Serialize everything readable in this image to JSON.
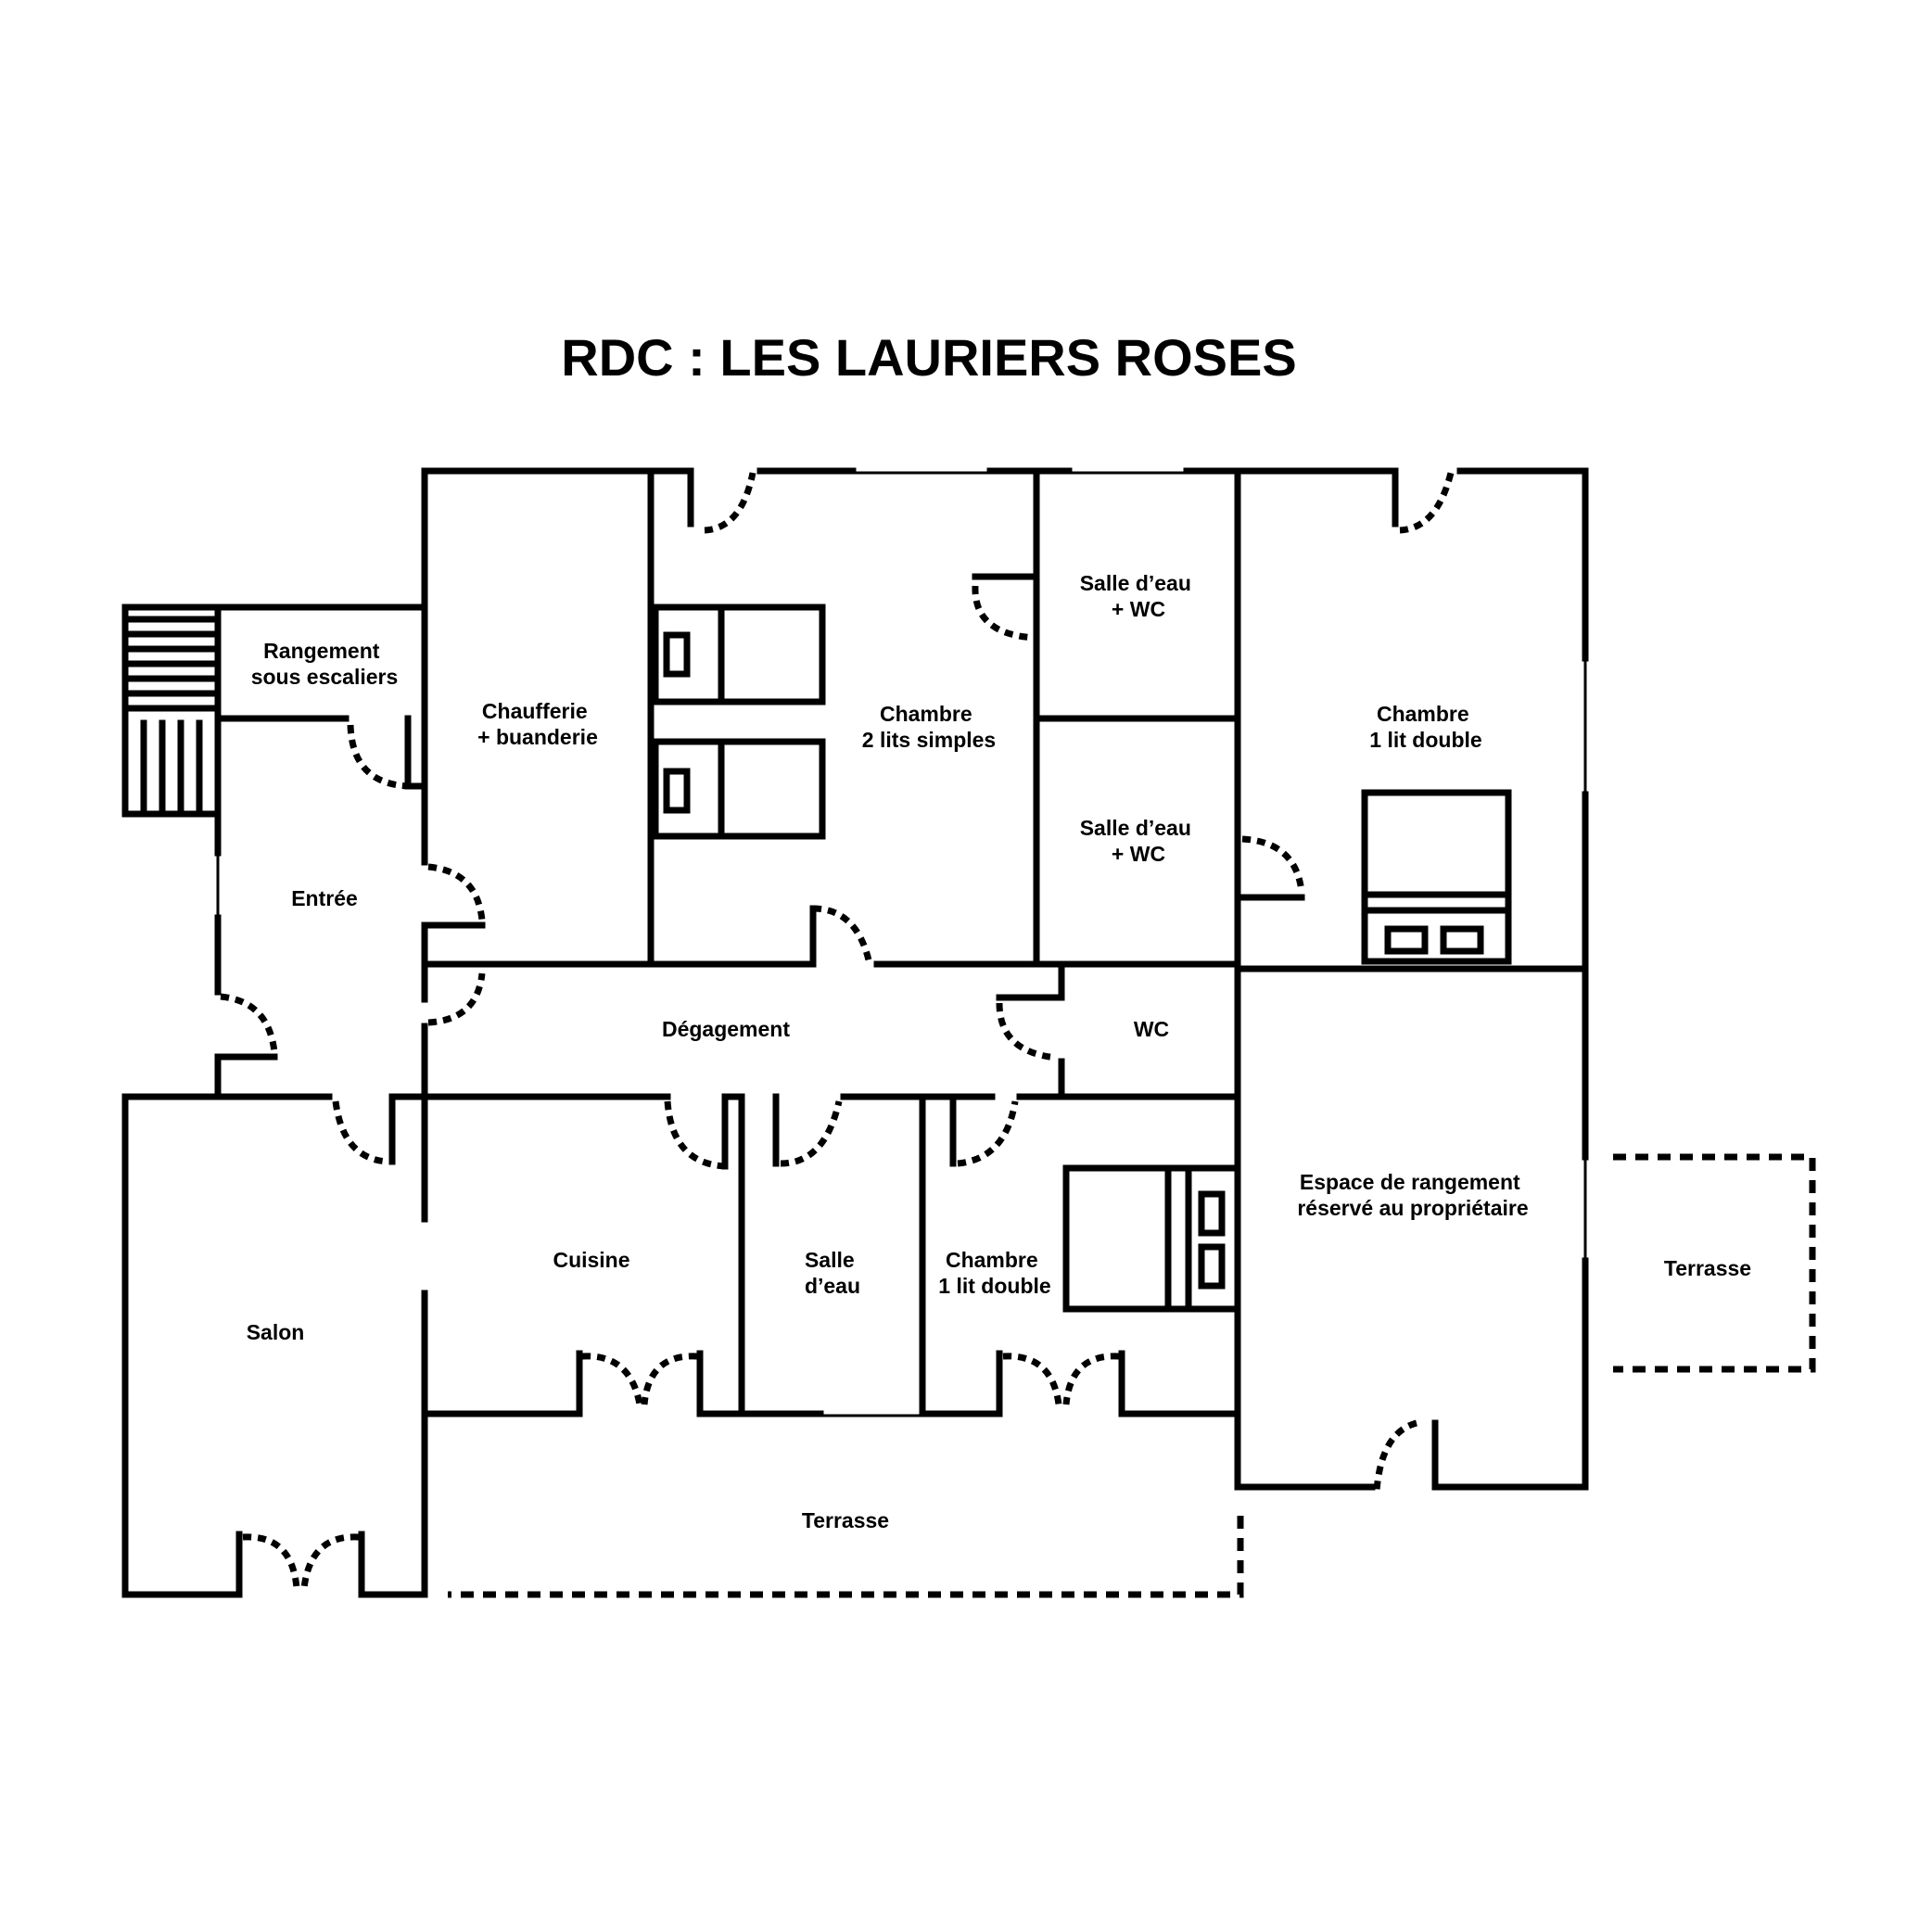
{
  "title": "RDC :  LES LAURIERS ROSES",
  "rooms": {
    "rangement": [
      "Rangement",
      "sous escaliers"
    ],
    "chaufferie": [
      "Chaufferie",
      "+  buanderie"
    ],
    "chambre_2lits": [
      "Chambre",
      "2 lits simples"
    ],
    "salle_eau_wc_1": [
      "Salle d’eau",
      "+  WC"
    ],
    "salle_eau_wc_2": [
      "Salle d’eau",
      "+  WC"
    ],
    "chambre_double_ne": [
      "Chambre",
      "1 lit double"
    ],
    "entree": "Entrée",
    "degagement": "Dégagement",
    "wc": "WC",
    "espace_rangement": [
      "Espace de rangement",
      "réservé au propriétaire"
    ],
    "terrasse_east": "Terrasse",
    "cuisine": "Cuisine",
    "salle_eau": [
      "Salle",
      "d’eau"
    ],
    "chambre_double_s": [
      "Chambre",
      "1 lit double"
    ],
    "salon": "Salon",
    "terrasse_south": "Terrasse"
  }
}
